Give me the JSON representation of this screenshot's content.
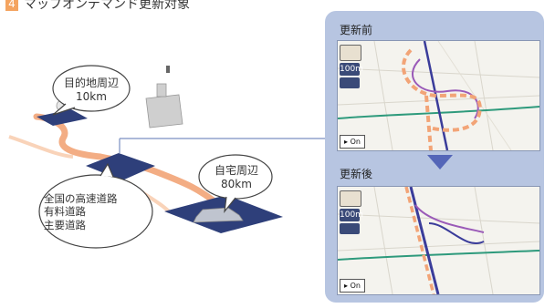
{
  "heading": {
    "number": "4",
    "title": "マップオンデマンド更新対象"
  },
  "bubbles": {
    "destination": {
      "line1": "目的地周辺",
      "line2": "10km"
    },
    "roads": {
      "line1": "全国の高速道路",
      "line2": "有料道路",
      "line3": "主要道路"
    },
    "home": {
      "line1": "自宅周辺",
      "line2": "80km"
    }
  },
  "panel": {
    "before_label": "更新前",
    "after_label": "更新後",
    "scale_label": "100m",
    "on_label": "On"
  },
  "colors": {
    "panel_bg": "#b7c5e1",
    "route_orange": "#f2a477",
    "tile_blue": "#2e3f7a",
    "arrow": "#5466b8"
  }
}
